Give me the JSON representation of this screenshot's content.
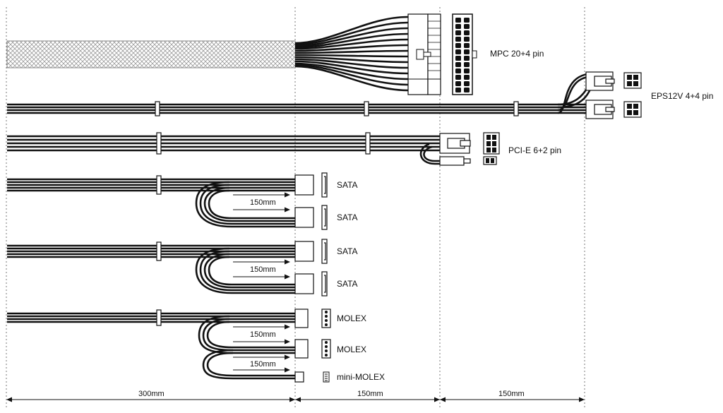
{
  "connectors": {
    "mpc": "MPC 20+4 pin",
    "eps": "EPS12V 4+4 pin",
    "pcie": "PCI-E 6+2 pin",
    "sata_1": "SATA",
    "sata_2": "SATA",
    "sata_3": "SATA",
    "sata_4": "SATA",
    "molex_1": "MOLEX",
    "molex_2": "MOLEX",
    "mini_molex": "mini-MOLEX"
  },
  "spacing_labels": {
    "sata_group_1": "150mm",
    "sata_group_2": "150mm",
    "molex_a": "150mm",
    "molex_b": "150mm"
  },
  "dimensions": {
    "main_length": "300mm",
    "ext_length_1": "150mm",
    "ext_length_2": "150mm"
  },
  "colors": {
    "cable": "#111111",
    "sleeve": "#9a9a9a",
    "guide_line": "#777777"
  }
}
